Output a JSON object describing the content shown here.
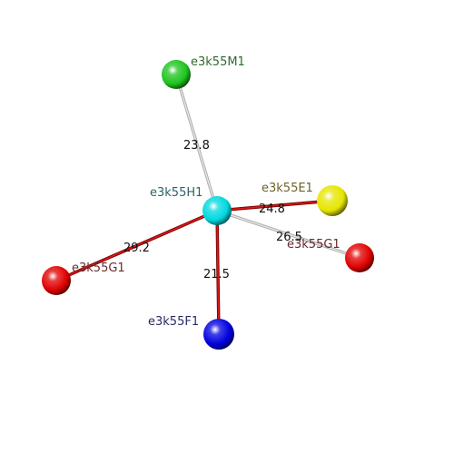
{
  "center": {
    "id": "e3k55H1",
    "color": "#00d8e0",
    "label_color": "#2b6366"
  },
  "nodes": [
    {
      "id": "e3k55M1",
      "color": "#1ec41e",
      "label_color": "#2f6a2f"
    },
    {
      "id": "e3k55E1",
      "color": "#e6e600",
      "label_color": "#6b6428"
    },
    {
      "id": "e3k55G1",
      "color": "#e10000",
      "label_color": "#6a2a2a"
    },
    {
      "id": "e3k55G1",
      "color": "#e10000",
      "label_color": "#6a2a2a"
    },
    {
      "id": "e3k55F1",
      "color": "#0000e0",
      "label_color": "#2a2a66"
    }
  ],
  "edges": [
    {
      "distance": "23.8",
      "style": "light"
    },
    {
      "distance": "24.8",
      "style": "red"
    },
    {
      "distance": "26.5",
      "style": "light"
    },
    {
      "distance": "29.2",
      "style": "red"
    },
    {
      "distance": "21.5",
      "style": "red"
    }
  ]
}
